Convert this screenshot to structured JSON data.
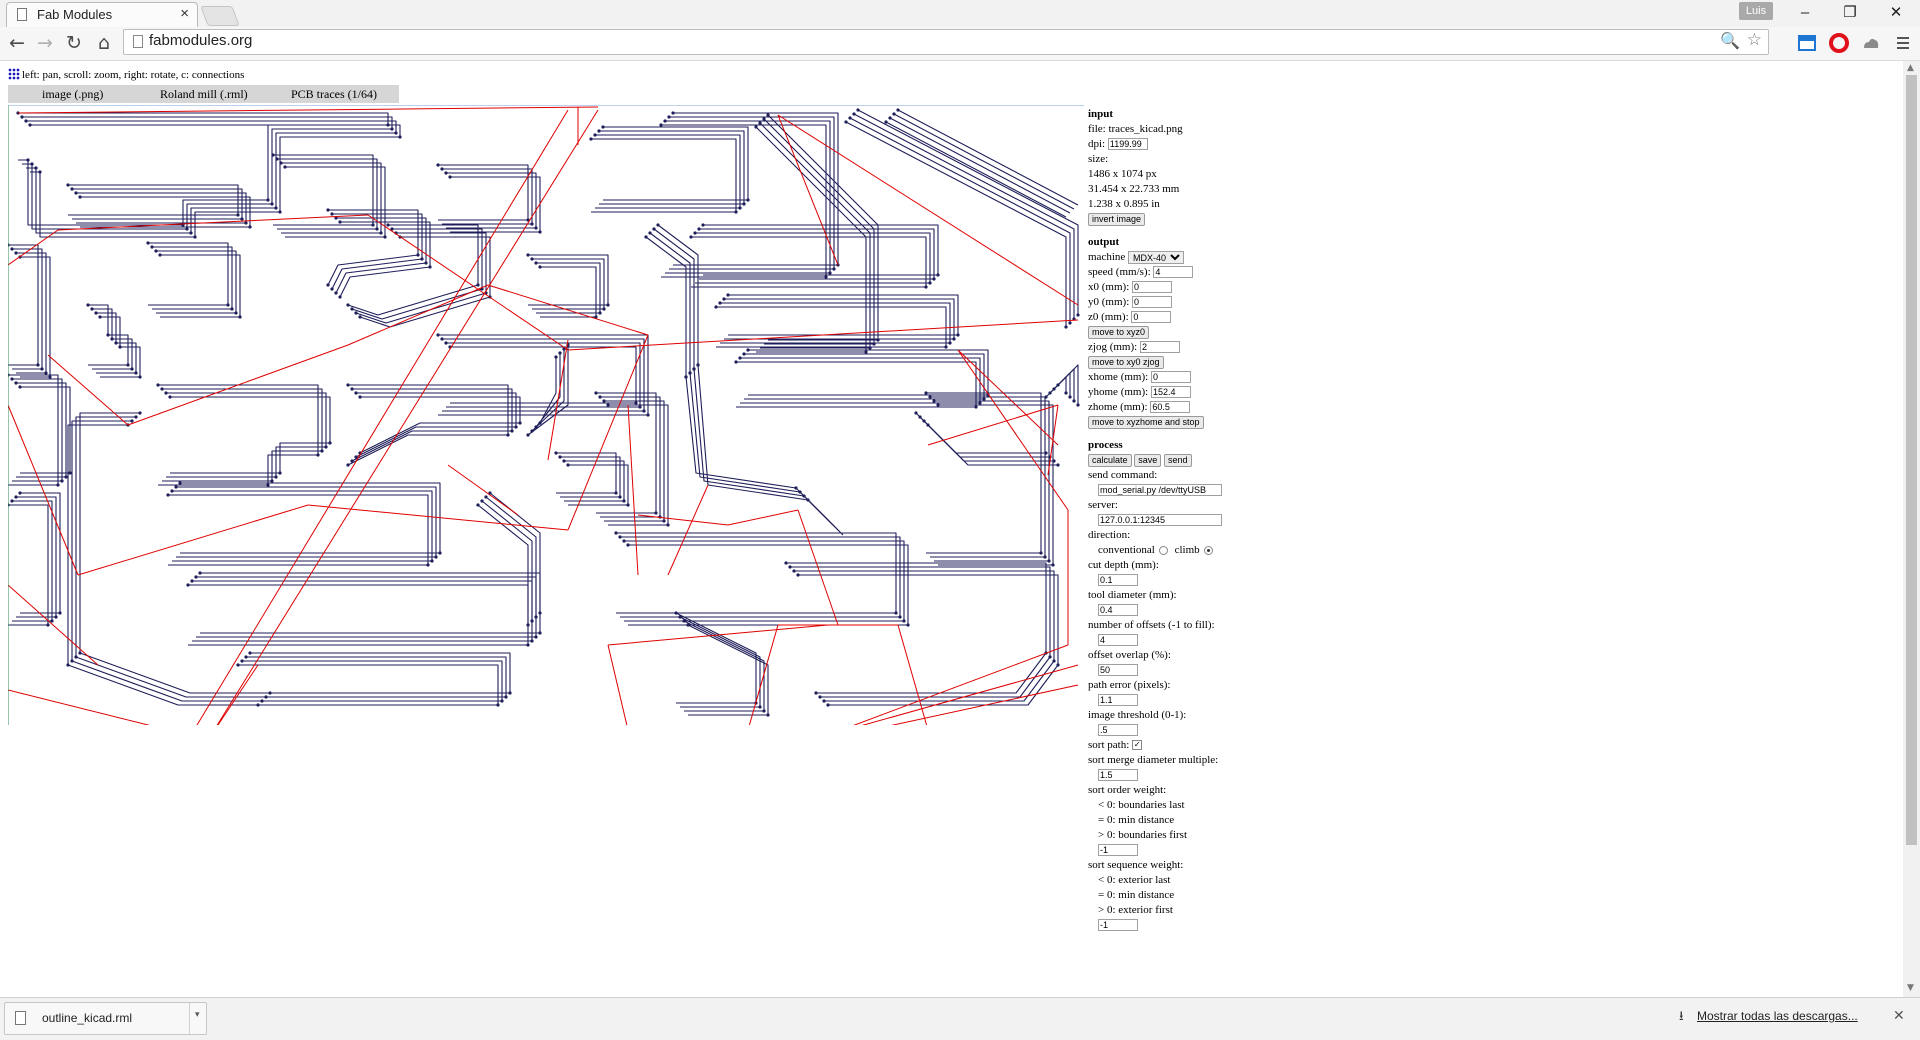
{
  "browser": {
    "tab_title": "Fab Modules",
    "tab_close": "×",
    "profile_name": "Luis",
    "url": "fabmodules.org"
  },
  "page": {
    "help_text": "left: pan, scroll: zoom, right: rotate, c: connections",
    "modules": [
      "image (.png)",
      "Roland mill (.rml)",
      "PCB traces (1/64)"
    ],
    "input": {
      "heading": "input",
      "file": "file: traces_kicad.png",
      "dpi_label": "dpi:",
      "dpi_value": "1199.99",
      "size_label": "size:",
      "size_px": "1486 x 1074 px",
      "size_mm": "31.454 x 22.733 mm",
      "size_in": "1.238 x 0.895 in",
      "invert_button": "invert image"
    },
    "output": {
      "heading": "output",
      "machine_label": "machine",
      "machine_value": "MDX-40",
      "speed_label": "speed (mm/s):",
      "speed_value": "4",
      "x0_label": "x0 (mm):",
      "x0_value": "0",
      "y0_label": "y0 (mm):",
      "y0_value": "0",
      "z0_label": "z0 (mm):",
      "z0_value": "0",
      "move_xyz0": "move to xyz0",
      "zjog_label": "zjog (mm):",
      "zjog_value": "2",
      "move_xy0zjog": "move to xy0 zjog",
      "xhome_label": "xhome (mm):",
      "xhome_value": "0",
      "yhome_label": "yhome (mm):",
      "yhome_value": "152.4",
      "zhome_label": "zhome (mm):",
      "zhome_value": "60.5",
      "move_home": "move to xyzhome and stop"
    },
    "process": {
      "heading": "process",
      "calculate": "calculate",
      "save": "save",
      "send": "send",
      "send_command_label": "send command:",
      "send_command_value": "mod_serial.py /dev/ttyUSB",
      "server_label": "server:",
      "server_value": "127.0.0.1:12345",
      "direction_label": "direction:",
      "conventional": "conventional",
      "climb": "climb",
      "cut_depth_label": "cut depth (mm):",
      "cut_depth_value": "0.1",
      "tool_diameter_label": "tool diameter (mm):",
      "tool_diameter_value": "0.4",
      "offsets_label": "number of offsets (-1 to fill):",
      "offsets_value": "4",
      "overlap_label": "offset overlap (%):",
      "overlap_value": "50",
      "path_error_label": "path error (pixels):",
      "path_error_value": "1.1",
      "threshold_label": "image threshold (0-1):",
      "threshold_value": ".5",
      "sort_path_label": "sort path:",
      "merge_label": "sort merge diameter multiple:",
      "merge_value": "1.5",
      "order_weight_label": "sort order weight:",
      "order_opts": [
        "< 0: boundaries last",
        "= 0: min distance",
        "> 0: boundaries first"
      ],
      "order_value": "-1",
      "sequence_weight_label": "sort sequence weight:",
      "sequence_opts": [
        "< 0: exterior last",
        "= 0: min distance",
        "> 0: exterior first"
      ],
      "sequence_value": "-1"
    }
  },
  "downloads": {
    "file_name": "outline_kicad.rml",
    "show_all": "Mostrar todas las descargas..."
  },
  "colors": {
    "trace": "#1e1e5a",
    "connection": "#e00000"
  }
}
